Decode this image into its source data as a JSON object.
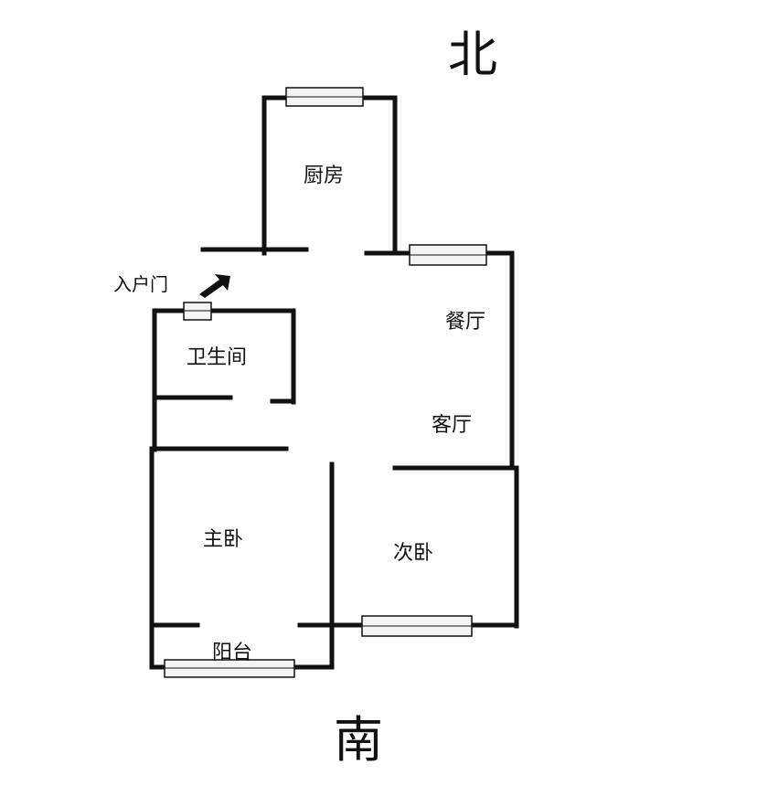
{
  "compass": {
    "north": "北",
    "south": "南"
  },
  "entrance": {
    "label": "入户门"
  },
  "rooms": {
    "kitchen": "厨房",
    "dining": "餐厅",
    "living": "客厅",
    "bathroom": "卫生间",
    "master_bedroom": "主卧",
    "second_bedroom": "次卧",
    "balcony": "阳台"
  },
  "colors": {
    "wall": "#111111",
    "window_fill": "#f4f4f4",
    "background": "#ffffff"
  }
}
